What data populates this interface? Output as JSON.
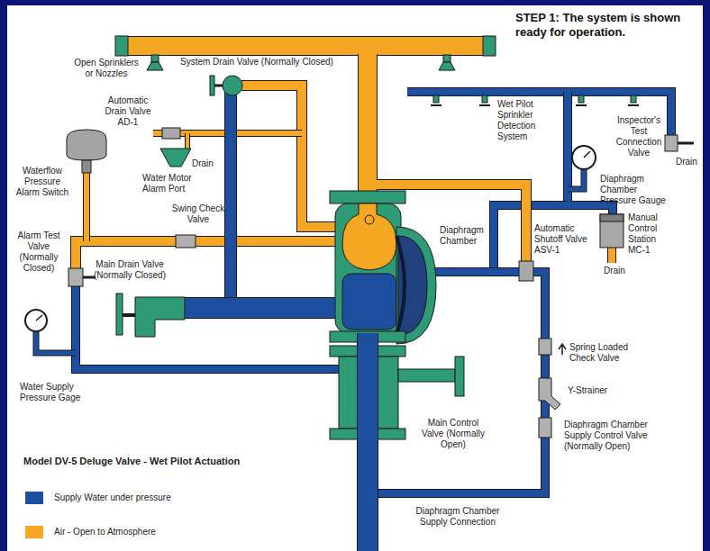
{
  "diagram": {
    "title": "STEP 1: The system is shown ready for operation.",
    "labels": [
      "Open Sprinklers or Nozzles",
      "System Drain Valve (Normally Closed)",
      "Automatic Drain Valve AD-1",
      "Wet Pilot Sprinkler Detection System",
      "Inspector's Test Connection Valve",
      "Drain",
      "Drain",
      "Water Motor Alarm Port",
      "Waterflow Pressure Alarm Switch",
      "Swing Check Valve",
      "Diaphragm Chamber Pressure Gauge",
      "Diaphragm Chamber",
      "Alarm Test Valve (Normally Closed)",
      "Automatic Shutoff Valve ASV-1",
      "Manual Control Station MC-1",
      "Drain",
      "Main Drain Valve (Normally Closed)",
      "Spring Loaded Check Valve",
      "Y-Strainer",
      "Diaphragm Chamber Supply Control Valve (Normally Open)",
      "Water Supply Pressure Gage",
      "Main Control Valve (Normally Open)",
      "Model DV-5 Deluge Valve - Wet Pilot Actuation",
      "Diaphragm Chamber Supply Connection"
    ],
    "legend": [
      {
        "text": "Supply Water under pressure",
        "color": "#1e4f9e"
      },
      {
        "text": "Air - Open to Atmosphere",
        "color": "#f5a623"
      }
    ]
  }
}
